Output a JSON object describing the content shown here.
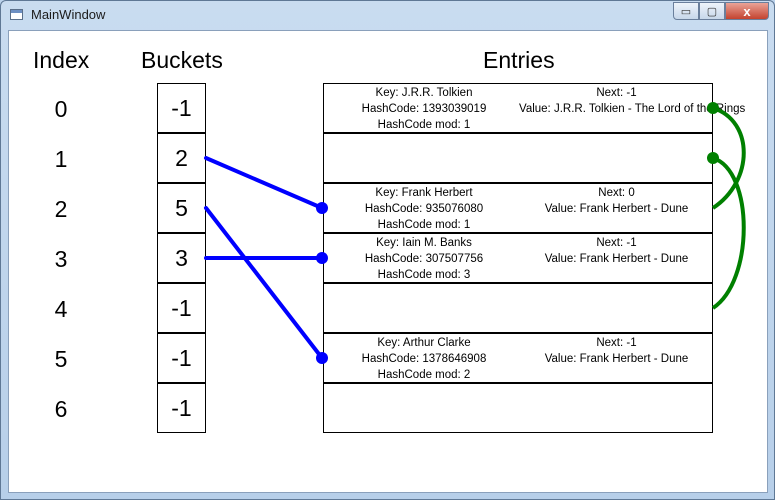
{
  "window": {
    "title": "MainWindow",
    "minimize_glyph": "▭",
    "maximize_glyph": "▢",
    "close_glyph": "x"
  },
  "headers": {
    "index": "Index",
    "buckets": "Buckets",
    "entries": "Entries"
  },
  "index": [
    "0",
    "1",
    "2",
    "3",
    "4",
    "5",
    "6"
  ],
  "buckets": [
    "-1",
    "2",
    "5",
    "3",
    "-1",
    "-1",
    "-1"
  ],
  "entries": [
    {
      "key": "Key: J.R.R. Tolkien",
      "hash": "HashCode: 1393039019",
      "mod": "HashCode mod: 1",
      "next": "Next: -1",
      "value": "Value: J.R.R. Tolkien - The Lord of the Rings"
    },
    {
      "key": "",
      "hash": "",
      "mod": "",
      "next": "",
      "value": ""
    },
    {
      "key": "Key: Frank Herbert",
      "hash": "HashCode: 935076080",
      "mod": "HashCode mod: 1",
      "next": "Next: 0",
      "value": "Value: Frank Herbert - Dune"
    },
    {
      "key": "Key: Iain M. Banks",
      "hash": "HashCode: 307507756",
      "mod": "HashCode mod: 3",
      "next": "Next: -1",
      "value": "Value: Frank Herbert - Dune"
    },
    {
      "key": "",
      "hash": "",
      "mod": "",
      "next": "",
      "value": ""
    },
    {
      "key": "Key: Arthur Clarke",
      "hash": "HashCode: 1378646908",
      "mod": "HashCode mod: 2",
      "next": "Next: -1",
      "value": "Value: Frank Herbert - Dune"
    },
    {
      "key": "",
      "hash": "",
      "mod": "",
      "next": "",
      "value": ""
    }
  ],
  "colors": {
    "bucket_link": "#0000ff",
    "next_link": "#008000"
  }
}
